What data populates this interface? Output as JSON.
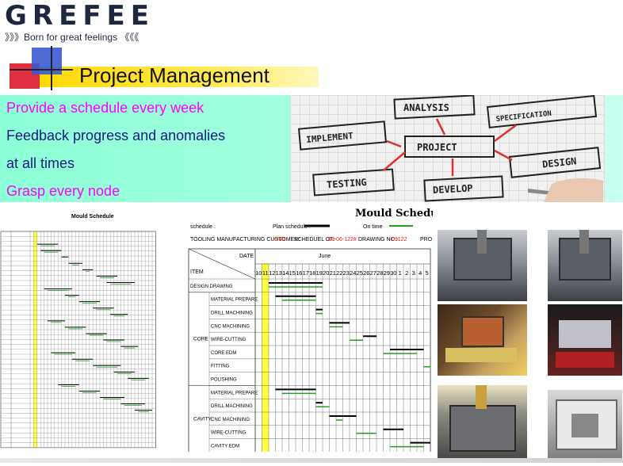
{
  "brand": {
    "logo": "GREFEE",
    "slogan": "》》》Born for great feelings 《《《"
  },
  "section": {
    "title": "Project Management"
  },
  "features": [
    {
      "text": "Provide a schedule every week",
      "color": "#ff00ff"
    },
    {
      "text": "Feedback progress and anomalies",
      "color": "#1a1a80"
    },
    {
      "text": "at all times",
      "color": "#1a1a80"
    },
    {
      "text": "Grasp every node",
      "color": "#ff00ff"
    }
  ],
  "flowchart": {
    "center": "PROJECT",
    "nodes": [
      "ANALYSIS",
      "SPECIFICATION",
      "DESIGN",
      "DEVELOP",
      "TESTING",
      "IMPLEMENT"
    ]
  },
  "schedule": {
    "title": "Mould Schedule",
    "legend_label": "schedule :",
    "plan_label": "Plan schedule :",
    "ontime_label": "On time",
    "customer_label": "TOOLING MANUFACTURING CUSTOMER:",
    "customer": "OMI",
    "sched_of_label": "SCHEDUEL OF:",
    "sched_of": "09-06-122#",
    "drawing_label": "DRAWING NO.:",
    "drawing": "09122",
    "project_label": "PRO",
    "date_label": "DATE",
    "month": "June",
    "item_label": "ITEM",
    "days": [
      "10",
      "11",
      "12",
      "13",
      "14",
      "15",
      "16",
      "17",
      "18",
      "19",
      "20",
      "21",
      "22",
      "23",
      "24",
      "25",
      "26",
      "27",
      "28",
      "29",
      "30",
      "1",
      "2",
      "3",
      "4",
      "5"
    ],
    "design_row": "DESIGN DRAWING",
    "groups": [
      {
        "name": "CORE",
        "items": [
          "MATERIAL PREPARE",
          "DRILL MACHINING",
          "CNC MACHINING",
          "WIRE-CUTTING",
          "CORE  EDM",
          "FITTING",
          "POLISHING"
        ]
      },
      {
        "name": "CAVITY",
        "items": [
          "MATERIAL PREPARE",
          "DRILL MACHINING",
          "CNC MACHINING",
          "WIRE-CUTTING",
          "CAVITY EDM"
        ]
      }
    ],
    "bars": [
      {
        "row": 0,
        "plan": [
          2,
          10
        ],
        "actual": [
          2,
          10
        ]
      },
      {
        "row": 1,
        "plan": [
          3,
          9
        ],
        "actual": [
          4,
          9
        ]
      },
      {
        "row": 2,
        "plan": [
          9,
          10
        ],
        "actual": [
          9,
          10
        ]
      },
      {
        "row": 3,
        "plan": [
          11,
          14
        ],
        "actual": [
          11,
          13
        ]
      },
      {
        "row": 4,
        "plan": [
          16,
          18
        ],
        "actual": [
          14,
          16
        ]
      },
      {
        "row": 5,
        "plan": [
          20,
          25
        ],
        "actual": [
          19,
          24
        ]
      },
      {
        "row": 6,
        "plan": null,
        "actual": [
          25,
          26
        ]
      },
      {
        "row": 8,
        "plan": [
          3,
          9
        ],
        "actual": [
          4,
          9
        ]
      },
      {
        "row": 9,
        "plan": [
          9,
          10
        ],
        "actual": [
          9,
          11
        ]
      },
      {
        "row": 10,
        "plan": [
          11,
          15
        ],
        "actual": [
          12,
          13
        ]
      },
      {
        "row": 11,
        "plan": [
          19,
          22
        ],
        "actual": [
          15,
          18
        ]
      },
      {
        "row": 12,
        "plan": [
          23,
          26
        ],
        "actual": [
          20,
          25
        ]
      }
    ]
  },
  "small_schedule": {
    "title": "Mould Schedule"
  },
  "colors": {
    "highlight": "#ffff40",
    "plan": "#000000",
    "ontime": "#22a022",
    "accent": "#ff00ff"
  }
}
